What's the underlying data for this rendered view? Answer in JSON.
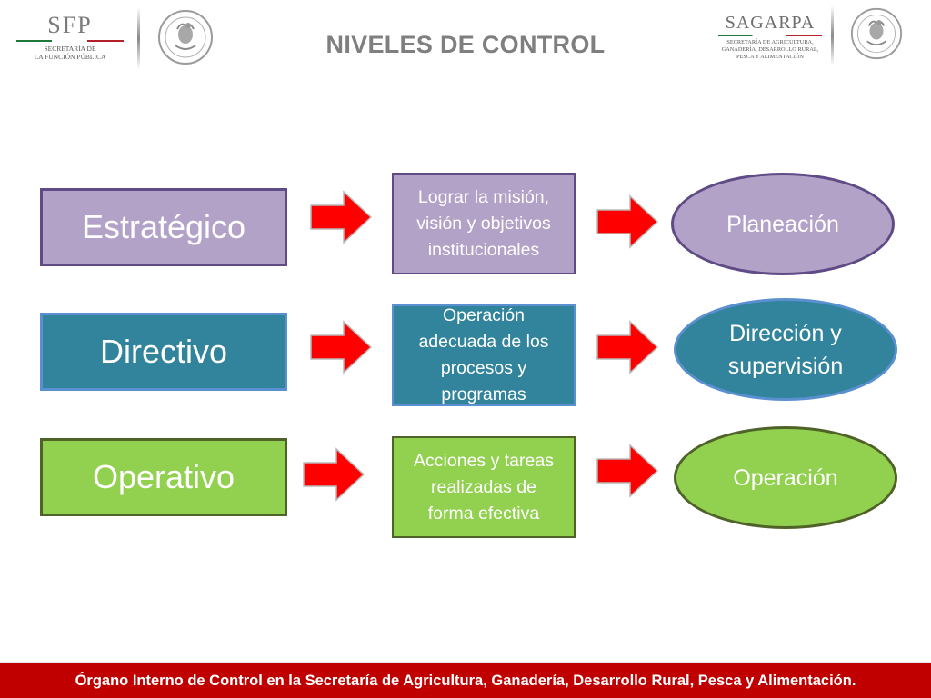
{
  "header": {
    "title": "NIVELES DE CONTROL",
    "left_logo": {
      "acronym": "SFP",
      "subtitle": "SECRETARÍA DE\nLA FUNCIÓN PÚBLICA",
      "seal_icon": "mexican-coat-of-arms-icon"
    },
    "right_logo": {
      "acronym": "SAGARPA",
      "subtitle": "SECRETARÍA DE AGRICULTURA,\nGANADERÍA, DESARROLLO RURAL,\nPESCA Y ALIMENTACIÓN",
      "seal_icon": "mexican-coat-of-arms-icon"
    }
  },
  "levels": [
    {
      "name": "Estratégico",
      "description": "Lograr la misión,\nvisión y objetivos\ninstitucionales",
      "result": "Planeación"
    },
    {
      "name": "Directivo",
      "description": "Operación\nadecuada de  los\nprocesos  y\nprogramas",
      "result": "Dirección y\nsupervisión"
    },
    {
      "name": "Operativo",
      "description": "Acciones y tareas\nrealizadas de\nforma efectiva",
      "result": "Operación"
    }
  ],
  "colors": {
    "estrategico_fill": "#b3a2c7",
    "directivo_fill": "#31849b",
    "operativo_fill": "#92d050",
    "arrow_fill": "#ff0000",
    "footer_bg": "#c00000"
  },
  "footer": {
    "text": "Órgano Interno de Control en la Secretaría de Agricultura, Ganadería, Desarrollo Rural, Pesca y Alimentación."
  }
}
